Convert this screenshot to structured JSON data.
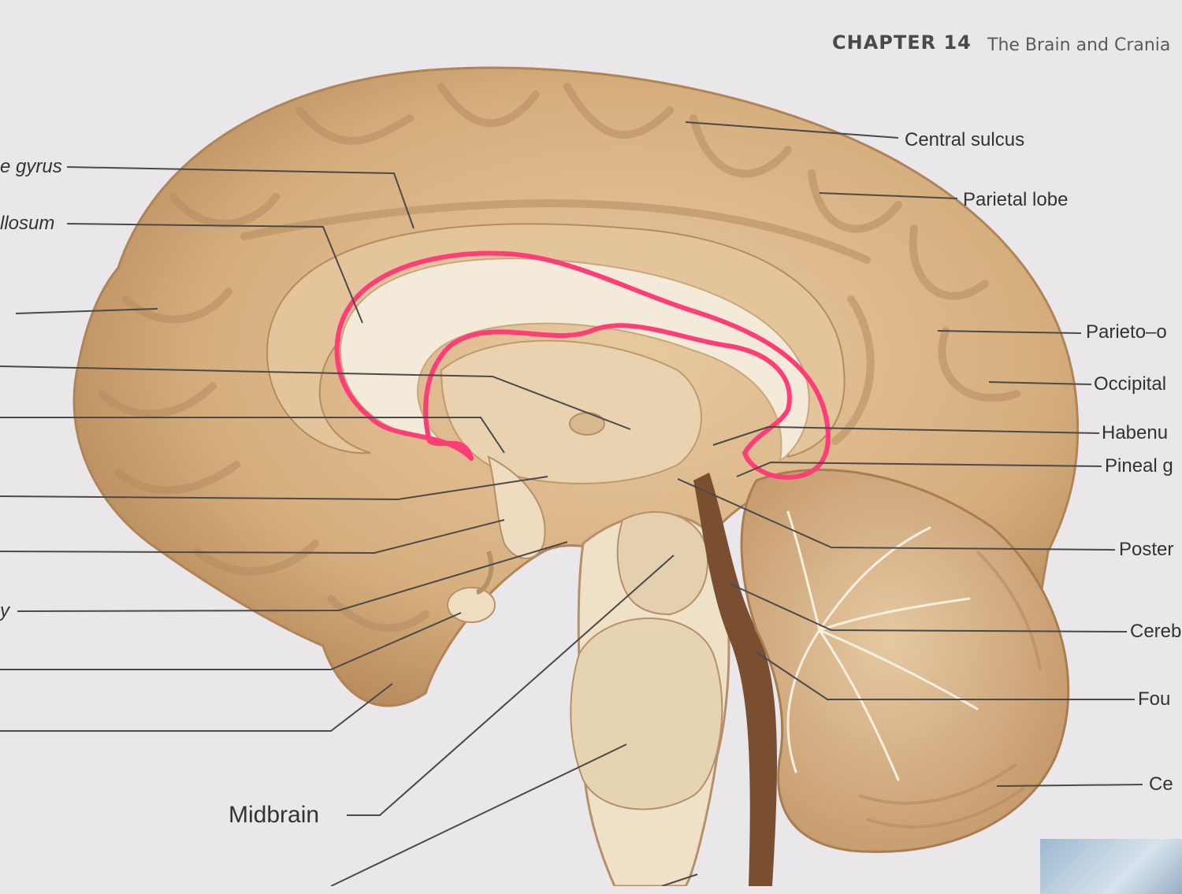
{
  "header": {
    "chapter": "CHAPTER 14",
    "title": "The Brain and Crania"
  },
  "labels_right": [
    "Central sulcus",
    "Parietal lobe",
    "Parieto–o",
    "Occipital",
    "Habenu",
    "Pineal g",
    "Poster",
    "Cereb",
    "Fou",
    "Ce"
  ],
  "labels_left": [
    "e gyrus",
    "llosum",
    "y"
  ],
  "labels_bottom": [
    "Midbrain"
  ],
  "colors": {
    "brain": "#d9b487",
    "gyrus_shadow": "#b58c60",
    "white_matter": "#f3e9d8",
    "highlight": "#ff3d77",
    "leader_line": "#4a4a4a"
  }
}
